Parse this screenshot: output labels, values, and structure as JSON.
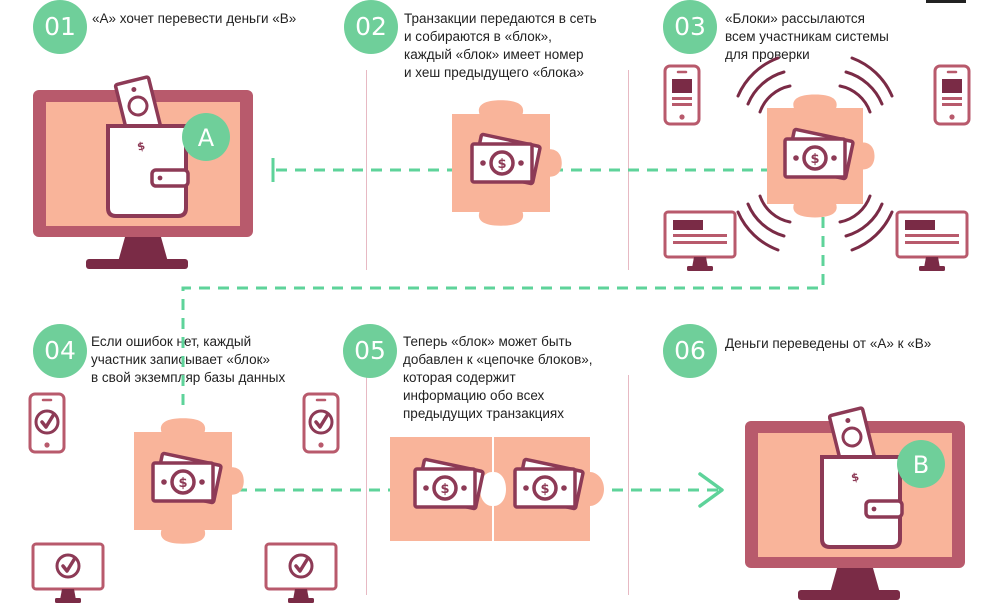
{
  "steps": [
    {
      "number": "01",
      "text": "«А» хочет перевести деньги «В»"
    },
    {
      "number": "02",
      "text": "Транзакции передаются в сеть\nи собираются в «блок»,\nкаждый «блок» имеет номер\nи хеш предыдущего «блока»"
    },
    {
      "number": "03",
      "text": "«Блоки» рассылаются\nвсем участникам системы\nдля проверки"
    },
    {
      "number": "04",
      "text": "Если ошибок нет, каждый\nучастник записывает «блок»\nв свой экземпляр базы данных"
    },
    {
      "number": "05",
      "text": "Теперь «блок» может быть\nдобавлен к «цепочке блоков»,\nкоторая содержит\nинформацию обо всех\nпредыдущих транзакциях"
    },
    {
      "number": "06",
      "text": "Деньги переведены от «А» к «В»"
    }
  ],
  "sender_label": "A",
  "receiver_label": "B",
  "currency_symbol": "$",
  "colors": {
    "green": "#6fcf9a",
    "dash_green": "#5ed39a",
    "monitor_frame": "#b85a6c",
    "monitor_stand": "#7a2b46",
    "peach": "#f9b49a",
    "maroon": "#8d3a56",
    "divider": "#e7b9c3"
  },
  "icons": {
    "monitor": "desktop-monitor-icon",
    "wallet": "wallet-icon",
    "banknote": "banknote-icon",
    "puzzle": "puzzle-block-icon",
    "phone": "smartphone-icon",
    "check": "checkmark-icon",
    "arrow": "arrow-right-icon",
    "waves": "broadcast-waves-icon"
  }
}
